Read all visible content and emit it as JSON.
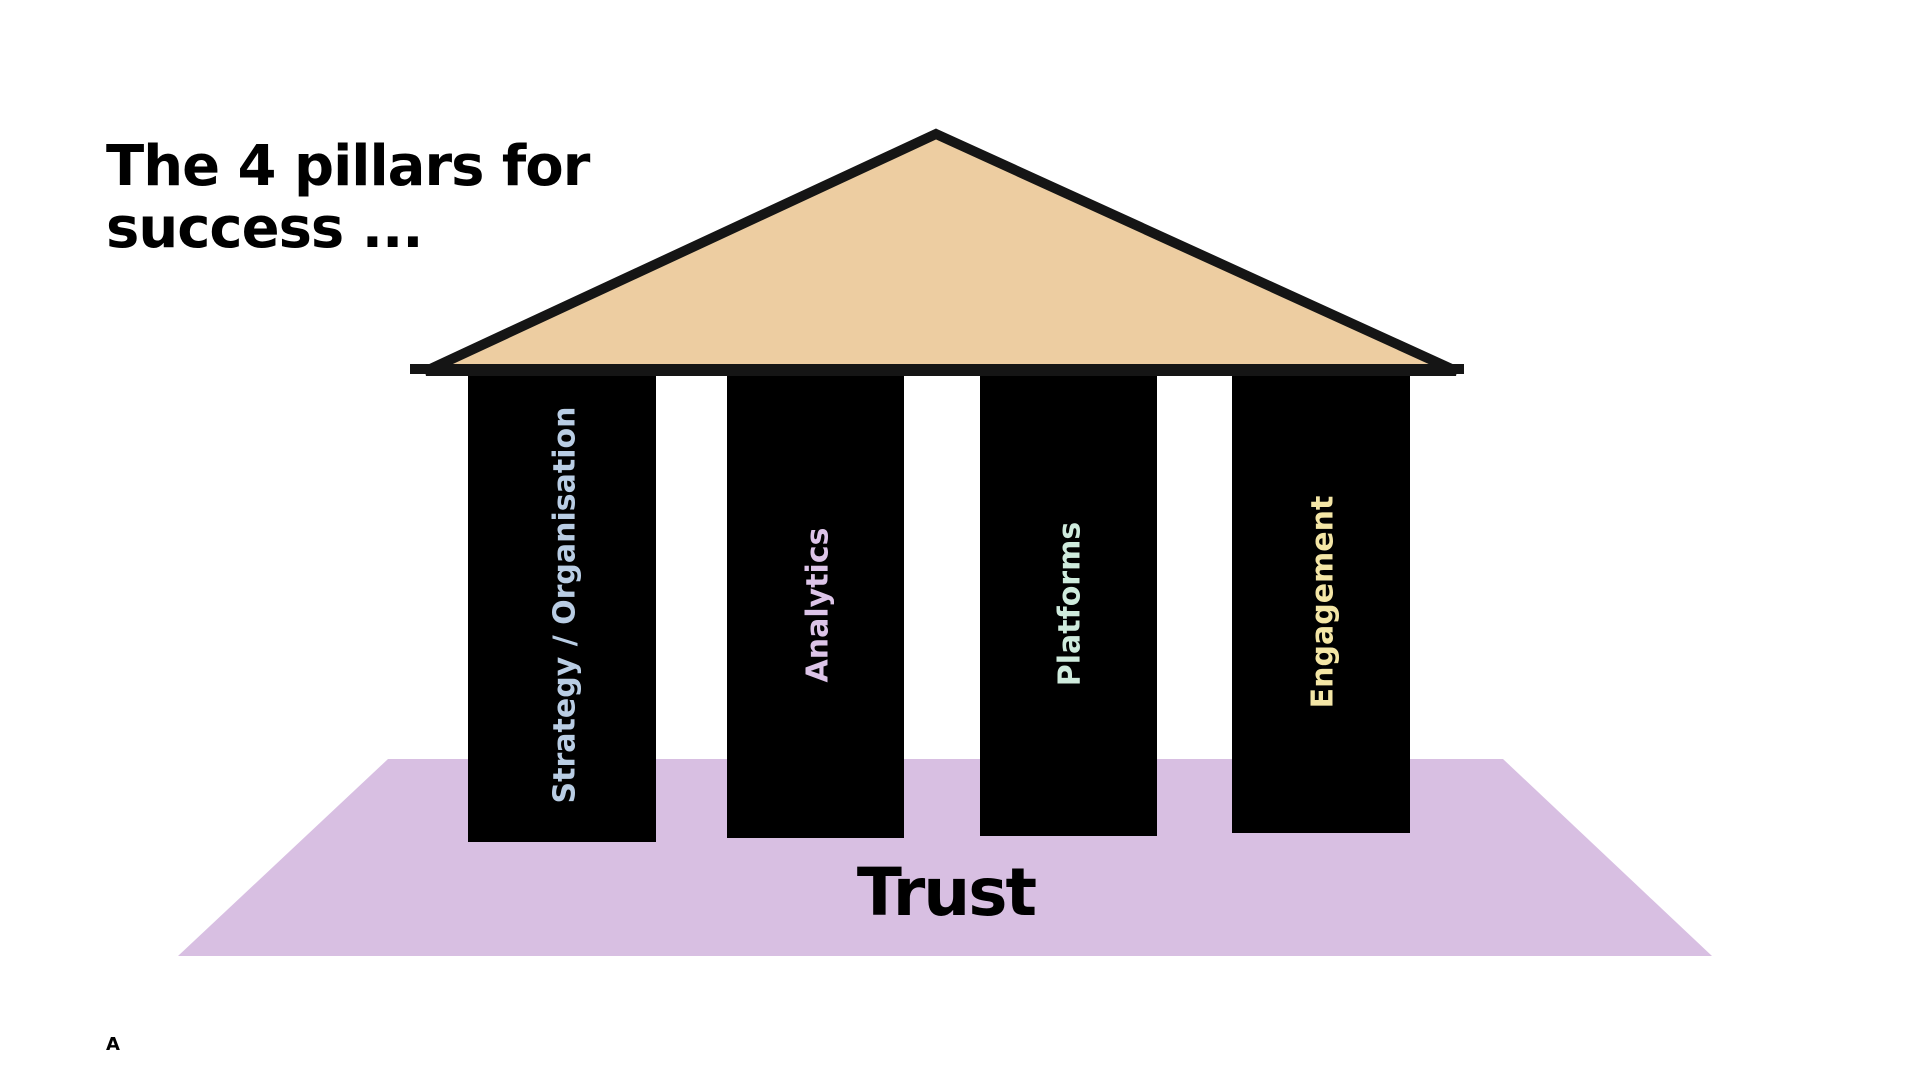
{
  "title": {
    "line1": "The 4 pillars for",
    "line2": "success ..."
  },
  "base": {
    "label": "Trust",
    "color": "#D8BFE2"
  },
  "roof": {
    "color": "#EDCDA1",
    "stroke": "#151515"
  },
  "pillars": [
    {
      "label": "Strategy / Organisation",
      "text_color": "#B9CDE4"
    },
    {
      "label": "Analytics",
      "text_color": "#DCC4E8"
    },
    {
      "label": "Platforms",
      "text_color": "#CFEBDD"
    },
    {
      "label": "Engagement",
      "text_color": "#F4E6A6"
    }
  ],
  "footer": {
    "mark": "A"
  }
}
